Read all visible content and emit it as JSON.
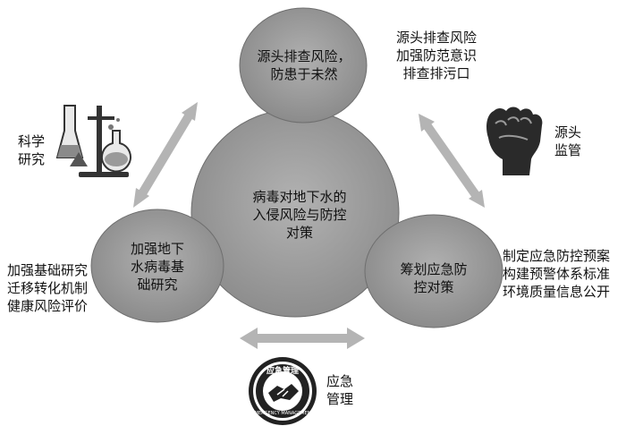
{
  "center": {
    "text": "病毒对地下水的\n入侵风险与防控\n对策"
  },
  "nodes": {
    "top": {
      "text": "源头排查风险，\n防患于未然"
    },
    "left": {
      "text": "加强地下\n水病毒基\n础研究"
    },
    "right": {
      "text": "筹划应急防\n控对策"
    }
  },
  "side_labels": {
    "top_right": "源头排查风险\n加强防范意识\n排查排污口",
    "source": "源头\n监管",
    "science": "科学\n研究",
    "left_list": "加强基础研究\n迁移转化机制\n健康风险评价",
    "right_list": "制定应急防控预案\n构建预警体系标准\n环境质量信息公开",
    "emergency": "应急\n管理"
  },
  "seal": {
    "top_text": "应急管理",
    "ring_text": "EMERGENCY MANAGEMENT"
  },
  "icons": {
    "science": "lab-flask-icon",
    "source": "raised-fist-icon",
    "emergency": "emergency-management-seal-icon"
  },
  "colors": {
    "circle_fill": "#9c9c9c",
    "circle_dark": "#7e7e7e",
    "arrow": "#b3b3b3",
    "stroke": "#666666"
  }
}
